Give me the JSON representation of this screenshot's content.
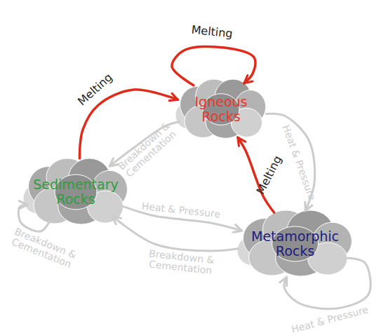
{
  "diagram": {
    "nodes": [
      {
        "text": [
          "Igneous Rocks"
        ]
      },
      {
        "text": [
          "Sedimentary Rocks"
        ]
      },
      {
        "text": [
          "Metamorphic Rocks"
        ]
      }
    ],
    "edges": [
      {
        "from": 1,
        "to": 0,
        "label": "Melting",
        "arrow": "to"
      },
      {
        "from": 0,
        "to": 0,
        "label": "Melting",
        "arrow": "to"
      },
      {
        "from": 2,
        "to": 0,
        "label": "Melting",
        "arrow": "to"
      },
      {
        "from": 0,
        "to": 2,
        "label": "Heat & Pressure",
        "arrow": "to"
      },
      {
        "from": 0,
        "to": 1,
        "label": "Breakdown & Cementation",
        "arrow": "to"
      },
      {
        "from": 1,
        "to": 2,
        "label": "Heat & Pressure",
        "arrow": "to"
      },
      {
        "from": 2,
        "to": 1,
        "label": "Breakdown & Cementation",
        "arrow": "to"
      },
      {
        "from": 1,
        "to": 1,
        "label": "Breakdown & Cementation",
        "arrow": "to"
      },
      {
        "from": 2,
        "to": 2,
        "label": "Heat & Pressure",
        "arrow": "to"
      }
    ]
  }
}
